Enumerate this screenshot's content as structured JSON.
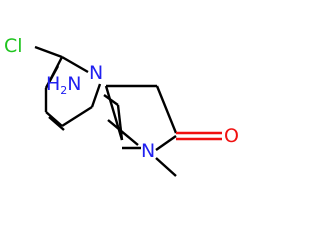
{
  "molecule": {
    "colors": {
      "bond": "#000000",
      "chlorine": "#1fc41f",
      "nitrogen": "#2020f0",
      "oxygen": "#f01010",
      "carbon": "#000000"
    },
    "atoms": {
      "chlorine": {
        "label": "Cl"
      },
      "pyridine_nitrogen": {
        "label": "N"
      },
      "amino": {
        "label": "H",
        "subscript": "2",
        "suffix": "N"
      },
      "carbonyl_oxygen": {
        "label": "O"
      },
      "amide_nitrogen": {
        "label": "N"
      }
    }
  }
}
